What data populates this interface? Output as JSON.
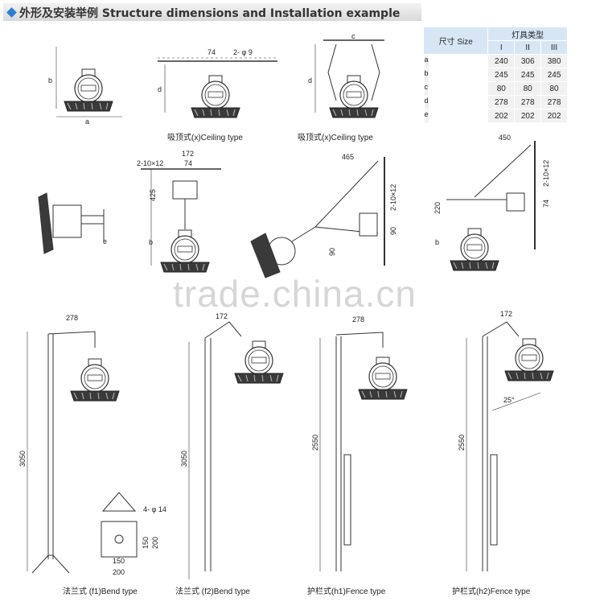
{
  "header": {
    "title": "外形及安装举例 Structure dimensions and Installation example"
  },
  "table": {
    "size_label": "尺寸 Size",
    "type_label": "灯具类型",
    "types": [
      "I",
      "II",
      "III"
    ],
    "rows": [
      {
        "dim": "a",
        "values": [
          "240",
          "306",
          "380"
        ]
      },
      {
        "dim": "b",
        "values": [
          "245",
          "245",
          "245"
        ]
      },
      {
        "dim": "c",
        "values": [
          "80",
          "80",
          "80"
        ]
      },
      {
        "dim": "d",
        "values": [
          "278",
          "278",
          "278"
        ]
      },
      {
        "dim": "e",
        "values": [
          "202",
          "202",
          "202"
        ]
      }
    ]
  },
  "captions": {
    "ceiling1": "吸顶式(x)Ceiling type",
    "ceiling2": "吸顶式(x)Ceiling type",
    "bend_f1": "法兰式 (f1)Bend type",
    "bend_f2": "法兰式 (f2)Bend type",
    "fence_h1": "护栏式(h1)Fence type",
    "fence_h2": "护栏式(h2)Fence type"
  },
  "labels": {
    "a": "a",
    "b1": "b",
    "b2": "b",
    "b3": "b",
    "d1": "d",
    "d2": "d",
    "e": "e",
    "c": "c",
    "d74": "74",
    "hole2x9": "2- φ 9",
    "d172a": "172",
    "d2x10x12a": "2-10×12",
    "d74b": "74",
    "d425": "425",
    "d465": "465",
    "d2x10x12b": "2-10×12",
    "d90a": "90",
    "d90b": "90",
    "d450": "450",
    "d220": "220",
    "d2x10x12c": "2-10×12",
    "d74c": "74",
    "d278a": "278",
    "d172b": "172",
    "d278b": "278",
    "d172c": "172",
    "d3050a": "3050",
    "d3050b": "3050",
    "d2550a": "2550",
    "d2550b": "2550",
    "angle25": "25°",
    "hole4x14": "4- φ 14",
    "d150a": "150",
    "d200a": "200",
    "d150b": "150",
    "d200b": "200"
  },
  "watermark": "trade.china.cn",
  "colors": {
    "accent": "#2a7fd4",
    "table_header": "#d6e6f5",
    "table_row": "#f1f1f1",
    "line": "#333333"
  }
}
